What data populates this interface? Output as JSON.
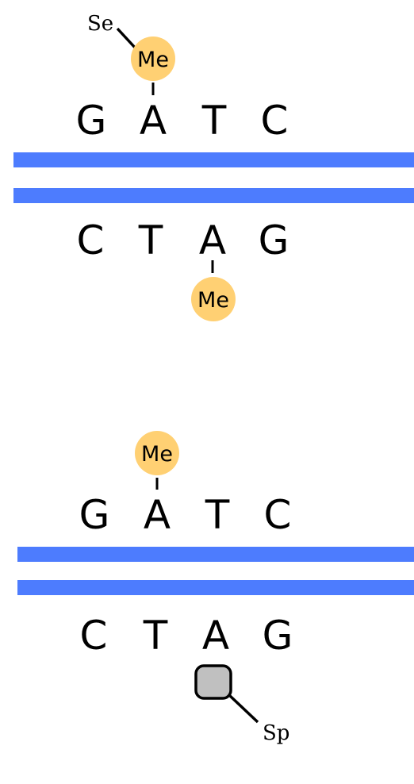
{
  "colors": {
    "strand": "#4d7cfe",
    "methyl": "#ffd073",
    "protein": "#c0c0c0",
    "text": "#000000",
    "background": "#ffffff"
  },
  "top_panel": {
    "top_strand": [
      "G",
      "A",
      "T",
      "C"
    ],
    "bottom_strand": [
      "C",
      "T",
      "A",
      "G"
    ],
    "methyl_top": "Me",
    "methyl_bottom": "Me",
    "tag_label": "Se"
  },
  "bottom_panel": {
    "top_strand": [
      "G",
      "A",
      "T",
      "C"
    ],
    "bottom_strand": [
      "C",
      "T",
      "A",
      "G"
    ],
    "methyl_top": "Me",
    "tag_label": "Sp"
  }
}
